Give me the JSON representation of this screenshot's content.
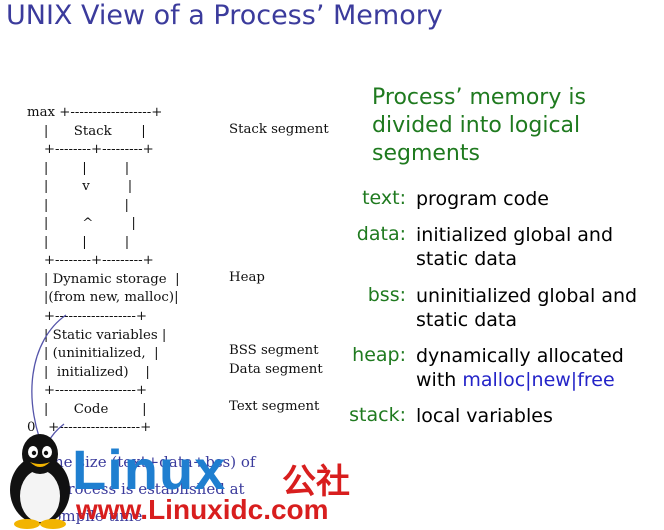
{
  "title": "UNIX View of a Process’ Memory",
  "memory_diagram": {
    "lines": [
      "max +------------------+",
      "    |      Stack       |",
      "    +--------+---------+",
      "    |        |         |",
      "    |        v         |",
      "    |                  |",
      "    |        ^         |",
      "    |        |         |",
      "    +--------+---------+",
      "    | Dynamic storage  |",
      "    |(from new, malloc)|",
      "    +------------------+",
      "    | Static variables |",
      "    | (uninitialized,  |",
      "    |  initialized)    |",
      "    +------------------+",
      "    |      Code        |",
      "0   +------------------+"
    ],
    "segment_labels": {
      "stack": "Stack segment",
      "heap": "Heap",
      "bss": "BSS  segment",
      "data": "Data segment",
      "text": "Text segment"
    }
  },
  "heading": [
    "Process’ memory is",
    "divided into logical",
    "segments"
  ],
  "segments": [
    {
      "term": "text:",
      "lines": [
        "program code"
      ]
    },
    {
      "term": "data:",
      "lines": [
        "initialized global and",
        "static data"
      ]
    },
    {
      "term": "bss:",
      "lines": [
        "uninitialized global and",
        "static data"
      ]
    },
    {
      "term": "heap:",
      "lines_prefix": "dynamically allocated",
      "second_prefix": "with ",
      "malloc": "malloc|new|free"
    },
    {
      "term": "stack:",
      "lines": [
        "local variables"
      ]
    }
  ],
  "caption": [
    "The size (text+data+bss) of",
    "a process is established at",
    "compile time"
  ],
  "watermark": {
    "brand": "Linux",
    "brand_cn": "公社",
    "url": "www.Linuxidc.com"
  },
  "colors": {
    "title": "#3b3b9c",
    "heading": "#1f7a1f",
    "highlight": "#2323c8",
    "logo_blue": "#1f7fd0",
    "logo_red": "#d81e1e"
  }
}
